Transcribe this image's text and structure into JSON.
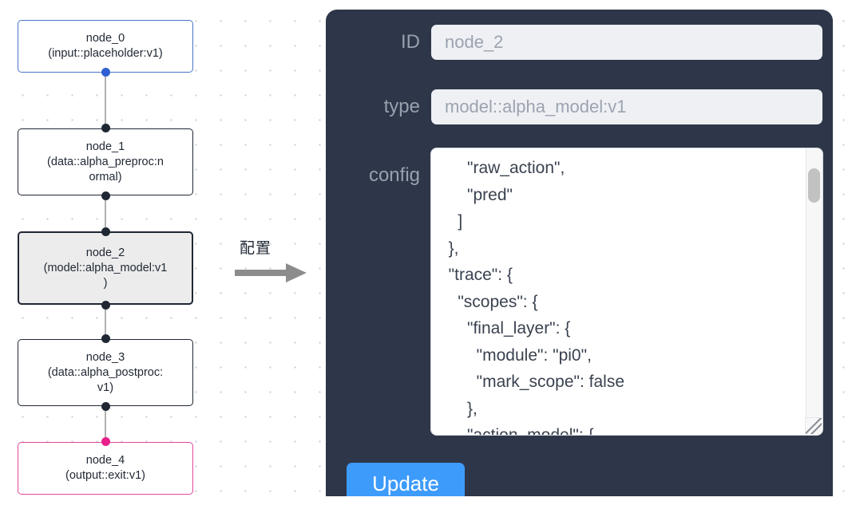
{
  "graph": {
    "nodes": [
      {
        "id": "node_0",
        "label": "node_0\n(input::placeholder:v1)",
        "state": "input",
        "border_color": "#4a74c9",
        "fill": "#ffffff"
      },
      {
        "id": "node_1",
        "label": "node_1\n(data::alpha_preproc:n\normal)",
        "state": "default",
        "border_color": "#1f2733",
        "fill": "#ffffff"
      },
      {
        "id": "node_2",
        "label": "node_2\n(model::alpha_model:v1\n)",
        "state": "selected",
        "border_color": "#1f2733",
        "fill": "#ececec"
      },
      {
        "id": "node_3",
        "label": "node_3\n(data::alpha_postproc:\nv1)",
        "state": "default",
        "border_color": "#1f2733",
        "fill": "#ffffff"
      },
      {
        "id": "node_4",
        "label": "node_4\n(output::exit:v1)",
        "state": "output",
        "border_color": "#e2469a",
        "fill": "#ffffff"
      }
    ],
    "edges": [
      {
        "from": "node_0",
        "to": "node_1"
      },
      {
        "from": "node_1",
        "to": "node_2"
      },
      {
        "from": "node_2",
        "to": "node_3"
      },
      {
        "from": "node_3",
        "to": "node_4"
      }
    ],
    "handle_colors": {
      "default": "#1f2733",
      "input": "#2f5fd0",
      "output": "#e91f8c"
    }
  },
  "annotation": {
    "label": "配置",
    "arrow_color": "#8c8c8c"
  },
  "config_panel": {
    "background": "#2e3749",
    "fields": [
      {
        "key": "id",
        "label": "ID",
        "value": "node_2"
      },
      {
        "key": "type",
        "label": "type",
        "value": "model::alpha_model:v1"
      },
      {
        "key": "config",
        "label": "config",
        "value": ""
      }
    ],
    "id_label": "ID",
    "id_value": "node_2",
    "type_label": "type",
    "type_value": "model::alpha_model:v1",
    "config_label": "config",
    "config_value": "      \"raw_action\",\n      \"pred\"\n    ]\n  },\n  \"trace\": {\n    \"scopes\": {\n      \"final_layer\": {\n        \"module\": \"pi0\",\n        \"mark_scope\": false\n      },\n      \"action_model\": {",
    "update_button_label": "Update",
    "update_button_color": "#3d9bfb",
    "scroll_position": "near-top"
  }
}
